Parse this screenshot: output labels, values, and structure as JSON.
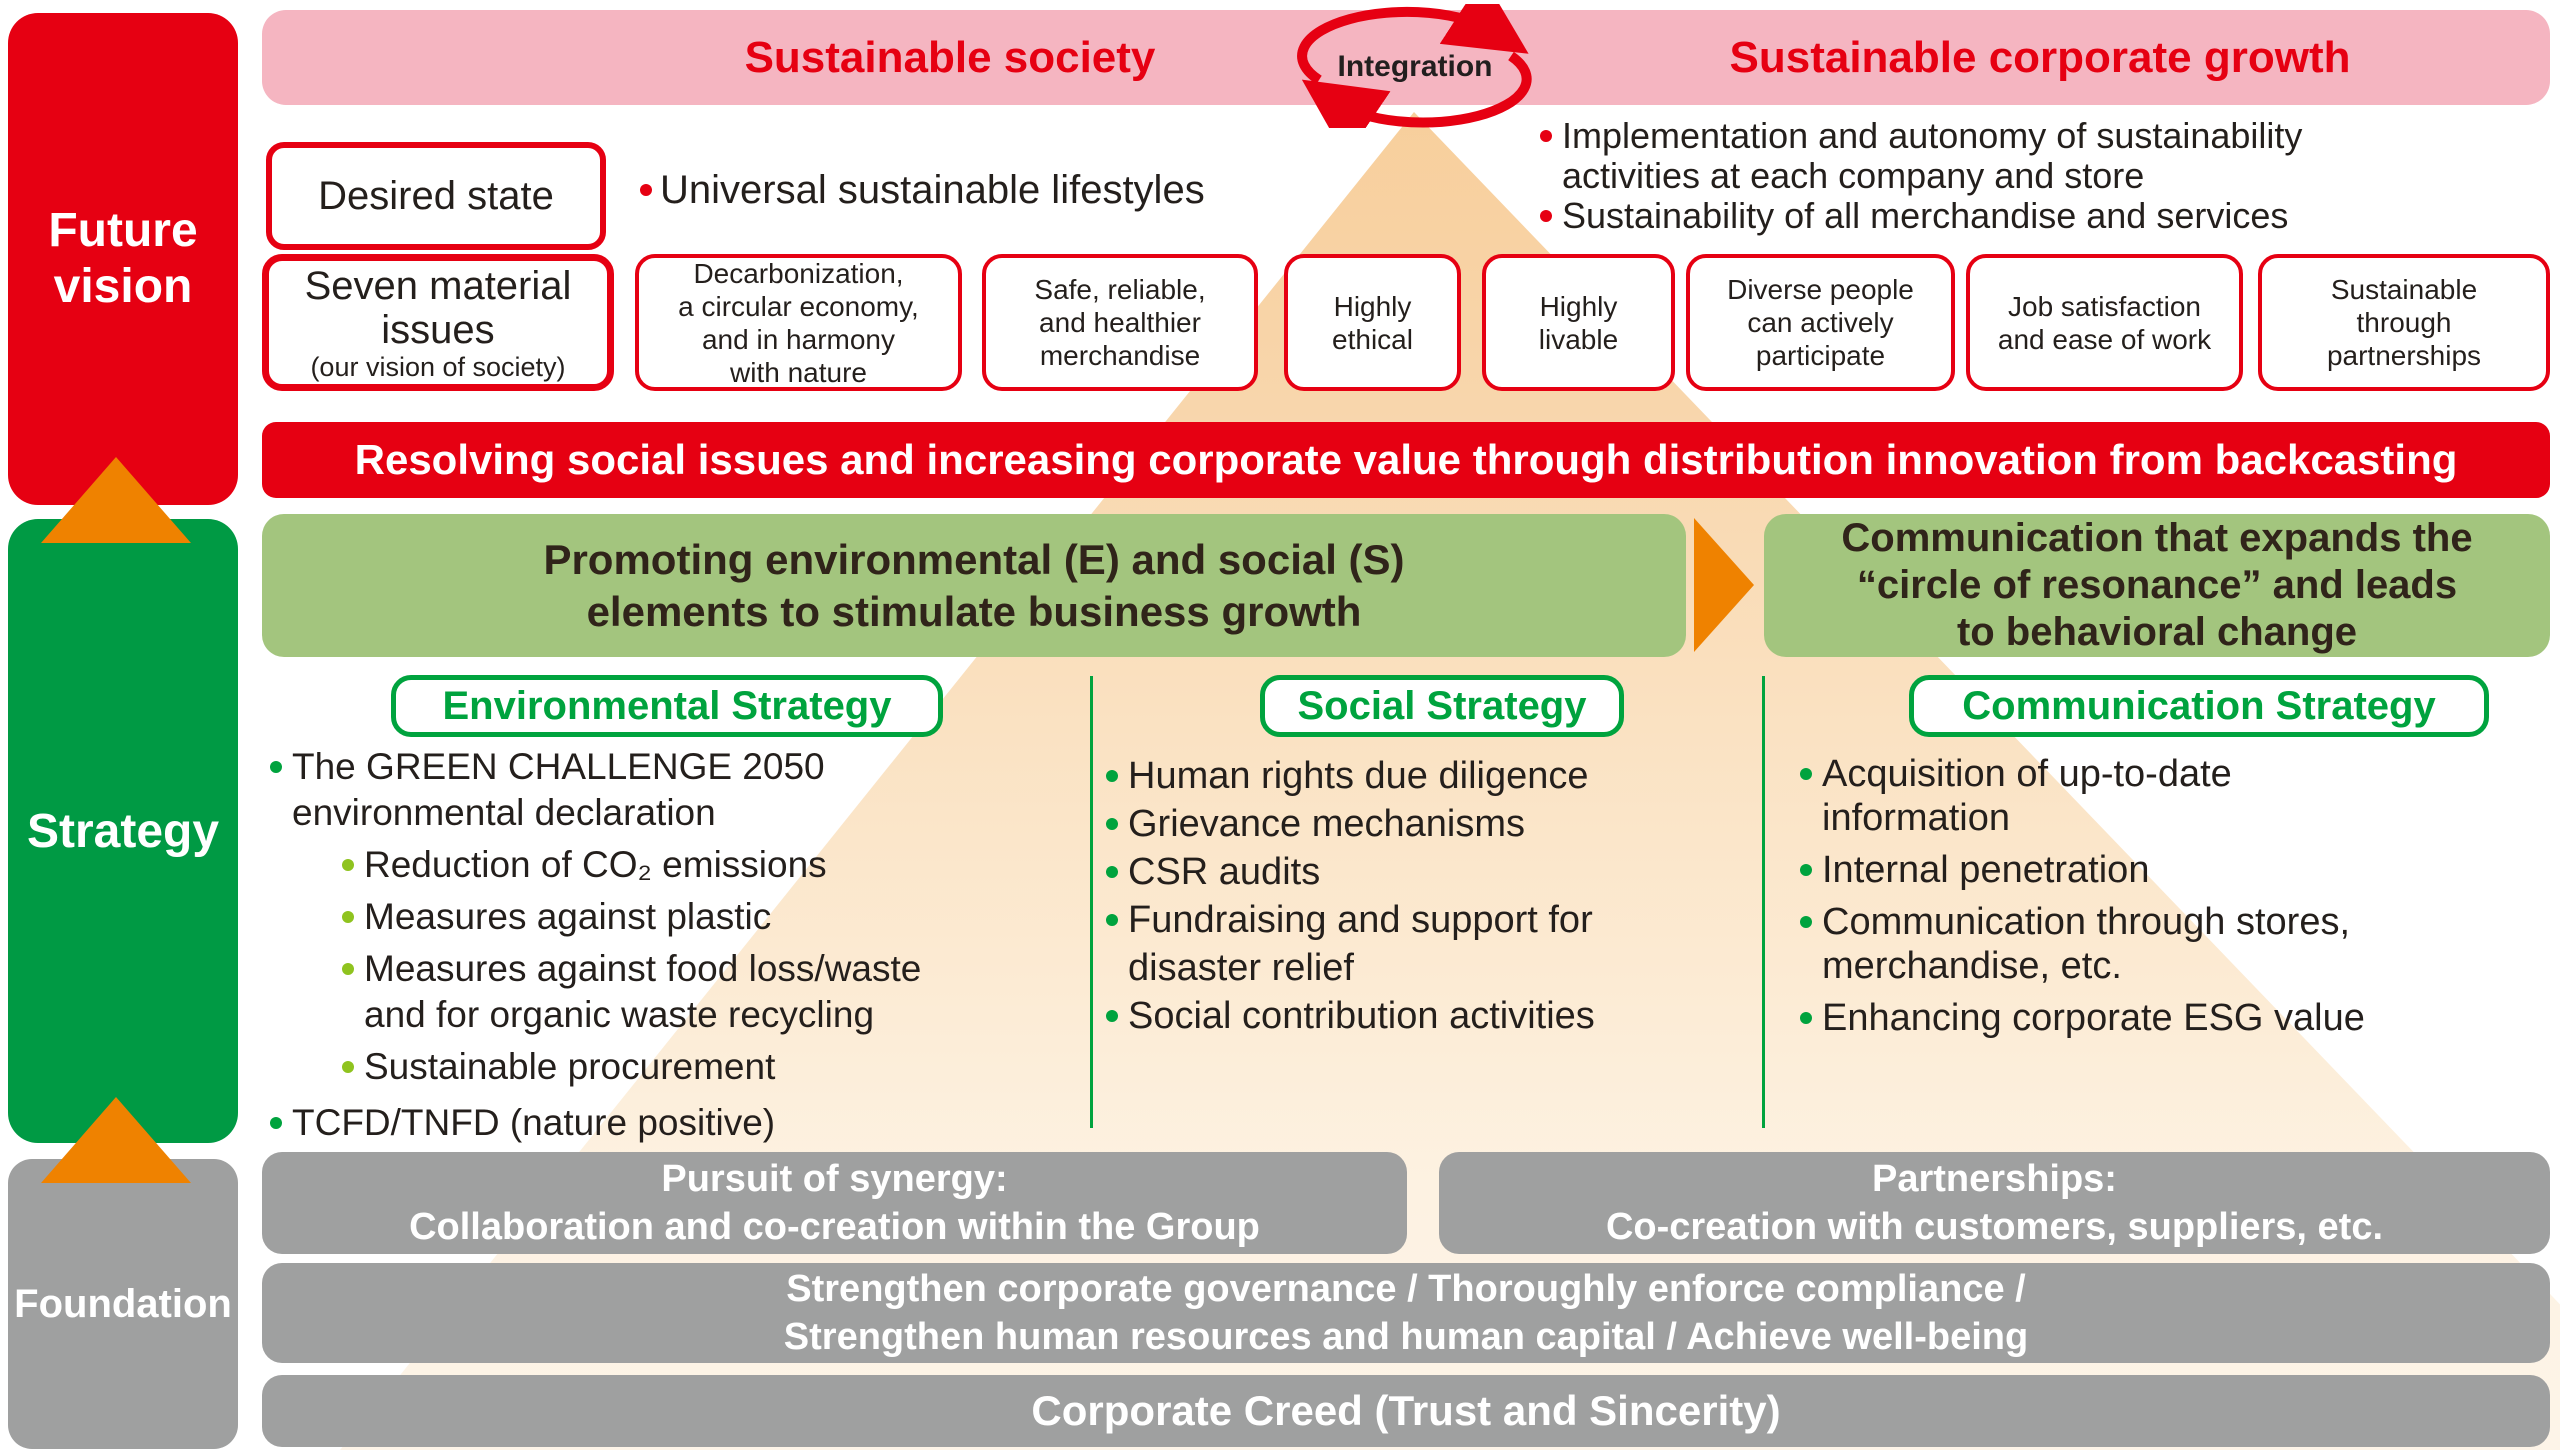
{
  "colors": {
    "red": "#e60012",
    "pink": "#f5b5c1",
    "rail_green": "#009a44",
    "light_green": "#a3c57e",
    "orange": "#ef8200",
    "gray": "#9fa0a0",
    "pill_green": "#00a33e",
    "lime": "#8fc31f",
    "peach": "#f7cc96",
    "text_dark": "#241f1c"
  },
  "left_rail": {
    "future_vision": "Future\nvision",
    "strategy": "Strategy",
    "foundation": "Foundation"
  },
  "top": {
    "society": "Sustainable society",
    "integration": "Integration",
    "growth": "Sustainable corporate growth",
    "growth_bullets": [
      "Implementation and autonomy of sustainability\nactivities at each company and store",
      "Sustainability of all merchandise and services"
    ],
    "desired_state": "Desired state",
    "desired_bullet": "Universal sustainable lifestyles",
    "material_title": "Seven material\nissues",
    "material_sub": "(our vision of society)",
    "material_issues": [
      "Decarbonization,\na circular economy,\nand in harmony\nwith nature",
      "Safe, reliable,\nand healthier\nmerchandise",
      "Highly\nethical",
      "Highly\nlivable",
      "Diverse people\ncan actively\nparticipate",
      "Job satisfaction\nand ease of work",
      "Sustainable\nthrough\npartnerships"
    ],
    "red_banner": "Resolving social issues and increasing corporate value through distribution innovation from backcasting"
  },
  "strategy": {
    "left_banner": "Promoting environmental (E) and social (S)\nelements to stimulate business growth",
    "right_banner": "Communication that expands the\n“circle of resonance” and leads\nto behavioral change",
    "columns": [
      {
        "title": "Environmental Strategy",
        "lines": [
          {
            "t": "The GREEN CHALLENGE 2050"
          },
          {
            "t": "environmental declaration"
          },
          {
            "t": "Reduction of CO₂ emissions"
          },
          {
            "t": "Measures against plastic"
          },
          {
            "t": "Measures against food loss/waste"
          },
          {
            "t": "and for organic waste recycling"
          },
          {
            "t": "Sustainable procurement"
          },
          {
            "t": "TCFD/TNFD (nature positive)"
          }
        ]
      },
      {
        "title": "Social Strategy",
        "lines": [
          {
            "t": "Human rights due diligence"
          },
          {
            "t": "Grievance mechanisms"
          },
          {
            "t": "CSR audits"
          },
          {
            "t": "Fundraising and support for"
          },
          {
            "t": "disaster relief"
          },
          {
            "t": "Social contribution activities"
          }
        ]
      },
      {
        "title": "Communication Strategy",
        "lines": [
          {
            "t": "Acquisition of up-to-date"
          },
          {
            "t": "information"
          },
          {
            "t": "Internal penetration"
          },
          {
            "t": "Communication through stores,"
          },
          {
            "t": "merchandise, etc."
          },
          {
            "t": "Enhancing corporate ESG value"
          }
        ]
      }
    ]
  },
  "foundation": {
    "synergy": "Pursuit of synergy:\nCollaboration and co-creation within the Group",
    "partnerships": "Partnerships:\nCo-creation with customers, suppliers, etc.",
    "governance": "Strengthen corporate governance / Thoroughly enforce compliance /\nStrengthen human resources and human capital / Achieve well-being",
    "creed": "Corporate Creed (Trust and Sincerity)"
  }
}
